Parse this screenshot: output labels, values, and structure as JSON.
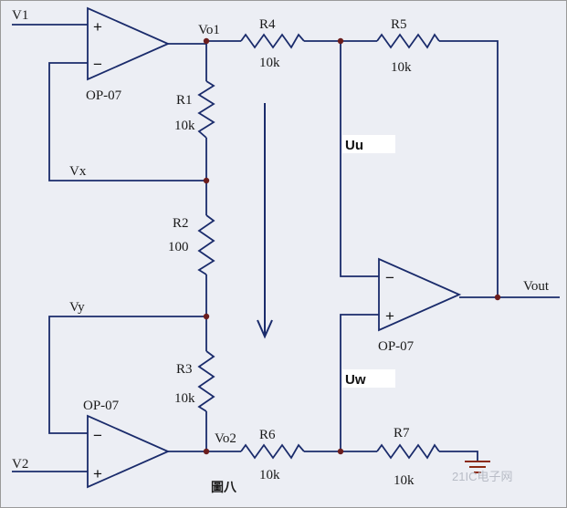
{
  "labels": {
    "v1": "V1",
    "v2": "V2",
    "vo1": "Vo1",
    "vo2": "Vo2",
    "vx": "Vx",
    "vy": "Vy",
    "vout": "Vout",
    "uu": "Uu",
    "uw": "Uw",
    "figure_caption": "圖八",
    "watermark": "21IC电子网"
  },
  "opamps": [
    {
      "id": "u1",
      "model": "OP-07",
      "plus": "+",
      "minus": "−"
    },
    {
      "id": "u2",
      "model": "OP-07",
      "plus": "+",
      "minus": "−"
    },
    {
      "id": "u3",
      "model": "OP-07",
      "plus": "+",
      "minus": "−"
    }
  ],
  "resistors": [
    {
      "ref": "R1",
      "value": "10k"
    },
    {
      "ref": "R2",
      "value": "100"
    },
    {
      "ref": "R3",
      "value": "10k"
    },
    {
      "ref": "R4",
      "value": "10k"
    },
    {
      "ref": "R5",
      "value": "10k"
    },
    {
      "ref": "R6",
      "value": "10k"
    },
    {
      "ref": "R7",
      "value": "10k"
    }
  ],
  "colors": {
    "wire": "#1a2b6b",
    "node": "#6b1d1d",
    "ground": "#8b2a12",
    "background": "#eceef4"
  }
}
